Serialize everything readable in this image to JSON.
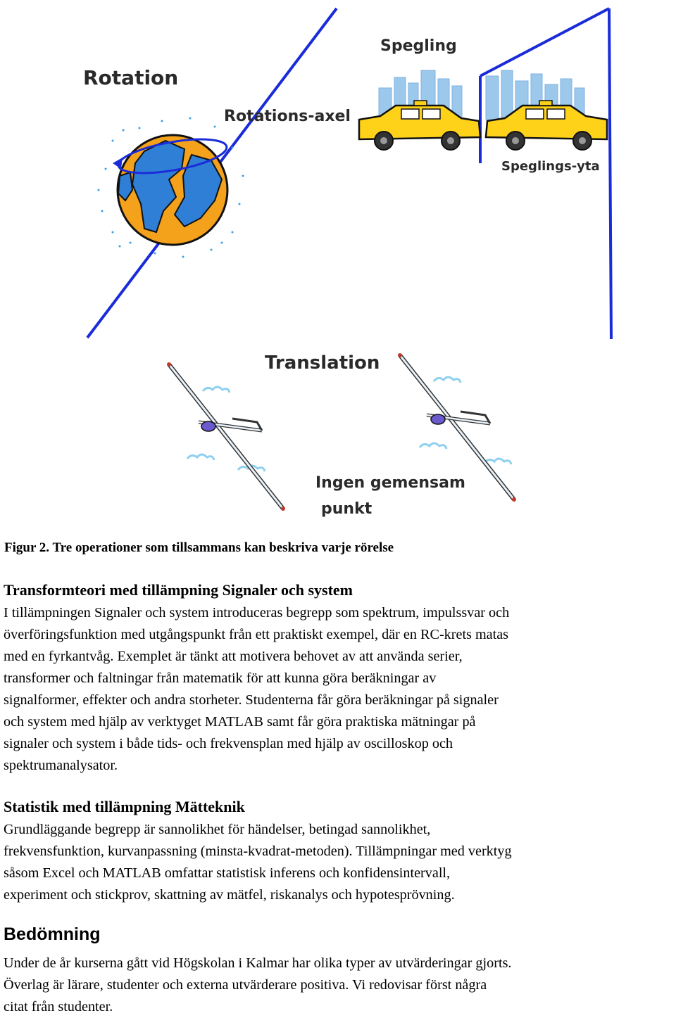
{
  "figure": {
    "labels": {
      "rotation": "Rotation",
      "rotation_axis": "Rotations-axel",
      "reflection": "Spegling",
      "reflection_surface": "Speglings-yta",
      "translation": "Translation",
      "no_common_point_line1": "Ingen gemensam",
      "no_common_point_line2": "punkt"
    },
    "colors": {
      "axis_line": "#1a2bd8",
      "globe_ocean": "#f4a21c",
      "globe_land": "#2f7fd6",
      "taxi_yellow": "#ffd21a",
      "city_blue": "#9cc8ec",
      "cloud": "#8fd0f0"
    },
    "icons": [
      "globe-icon",
      "rotation-arrow-icon",
      "taxi-icon",
      "taxi-reflection-icon",
      "city-skyline-icon",
      "glider-icon",
      "cloud-icon"
    ]
  },
  "caption": "Figur 2. Tre operationer som tillsammans kan beskriva varje rörelse",
  "sections": [
    {
      "heading": "Transformteori med tillämpning Signaler och system",
      "lines": [
        "I tillämpningen Signaler och system introduceras begrepp som spektrum, impulssvar och",
        "överföringsfunktion med utgångspunkt från ett praktiskt exempel, där en RC-krets matas",
        "med en fyrkantvåg. Exemplet är tänkt att motivera behovet av att använda serier,",
        "transformer och faltningar från matematik för att kunna göra beräkningar av",
        "signalformer, effekter och andra storheter. Studenterna får göra beräkningar på signaler",
        "och system med hjälp av verktyget MATLAB samt får göra praktiska mätningar på",
        "signaler och system i både tids- och frekvensplan med hjälp av oscilloskop och",
        "spektrumanalysator."
      ]
    },
    {
      "heading": "Statistik med tillämpning Mätteknik",
      "lines": [
        "Grundläggande begrepp är sannolikhet för händelser, betingad sannolikhet,",
        "frekvensfunktion, kurvanpassning (minsta-kvadrat-metoden). Tillämpningar med verktyg",
        "såsom Excel och MATLAB omfattar statistisk inferens och konfidensintervall,",
        "experiment och stickprov, skattning av mätfel, riskanalys och hypotesprövning."
      ]
    },
    {
      "heading": "Bedömning",
      "lines": [
        "Under de år kurserna gått vid Högskolan i Kalmar har olika typer av utvärderingar gjorts.",
        "Överlag är lärare, studenter och externa utvärderare positiva. Vi redovisar först några",
        "citat från studenter."
      ]
    }
  ]
}
